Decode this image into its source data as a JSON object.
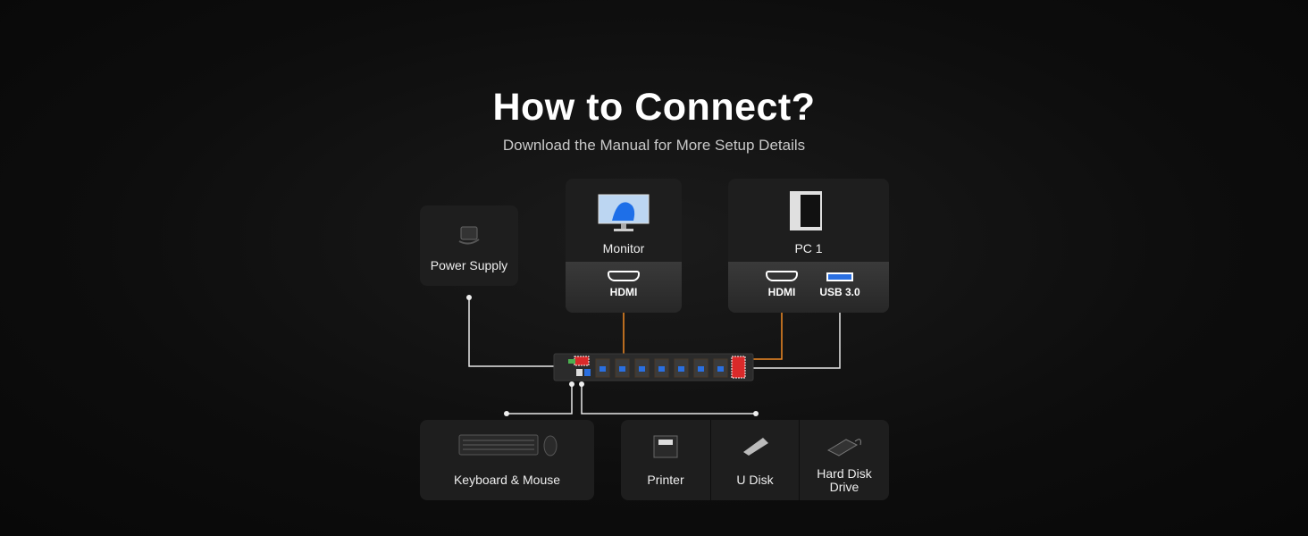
{
  "header": {
    "title": "How to Connect?",
    "subtitle": "Download the Manual for More Setup Details"
  },
  "devices": {
    "power_supply": {
      "label": "Power Supply"
    },
    "monitor": {
      "label": "Monitor",
      "ports": [
        "HDMI"
      ]
    },
    "pc": {
      "label": "PC 1",
      "ports": [
        "HDMI",
        "USB 3.0"
      ]
    },
    "keyboard_mouse": {
      "label": "Keyboard & Mouse"
    },
    "peripherals": [
      {
        "label": "Printer"
      },
      {
        "label": "U Disk"
      },
      {
        "label": "Hard Disk Drive"
      }
    ]
  },
  "colors": {
    "video_line": "#f08a24",
    "usb_line": "#e8e8e8",
    "card": "#1e1e1e",
    "highlight": "#d92a2a"
  }
}
